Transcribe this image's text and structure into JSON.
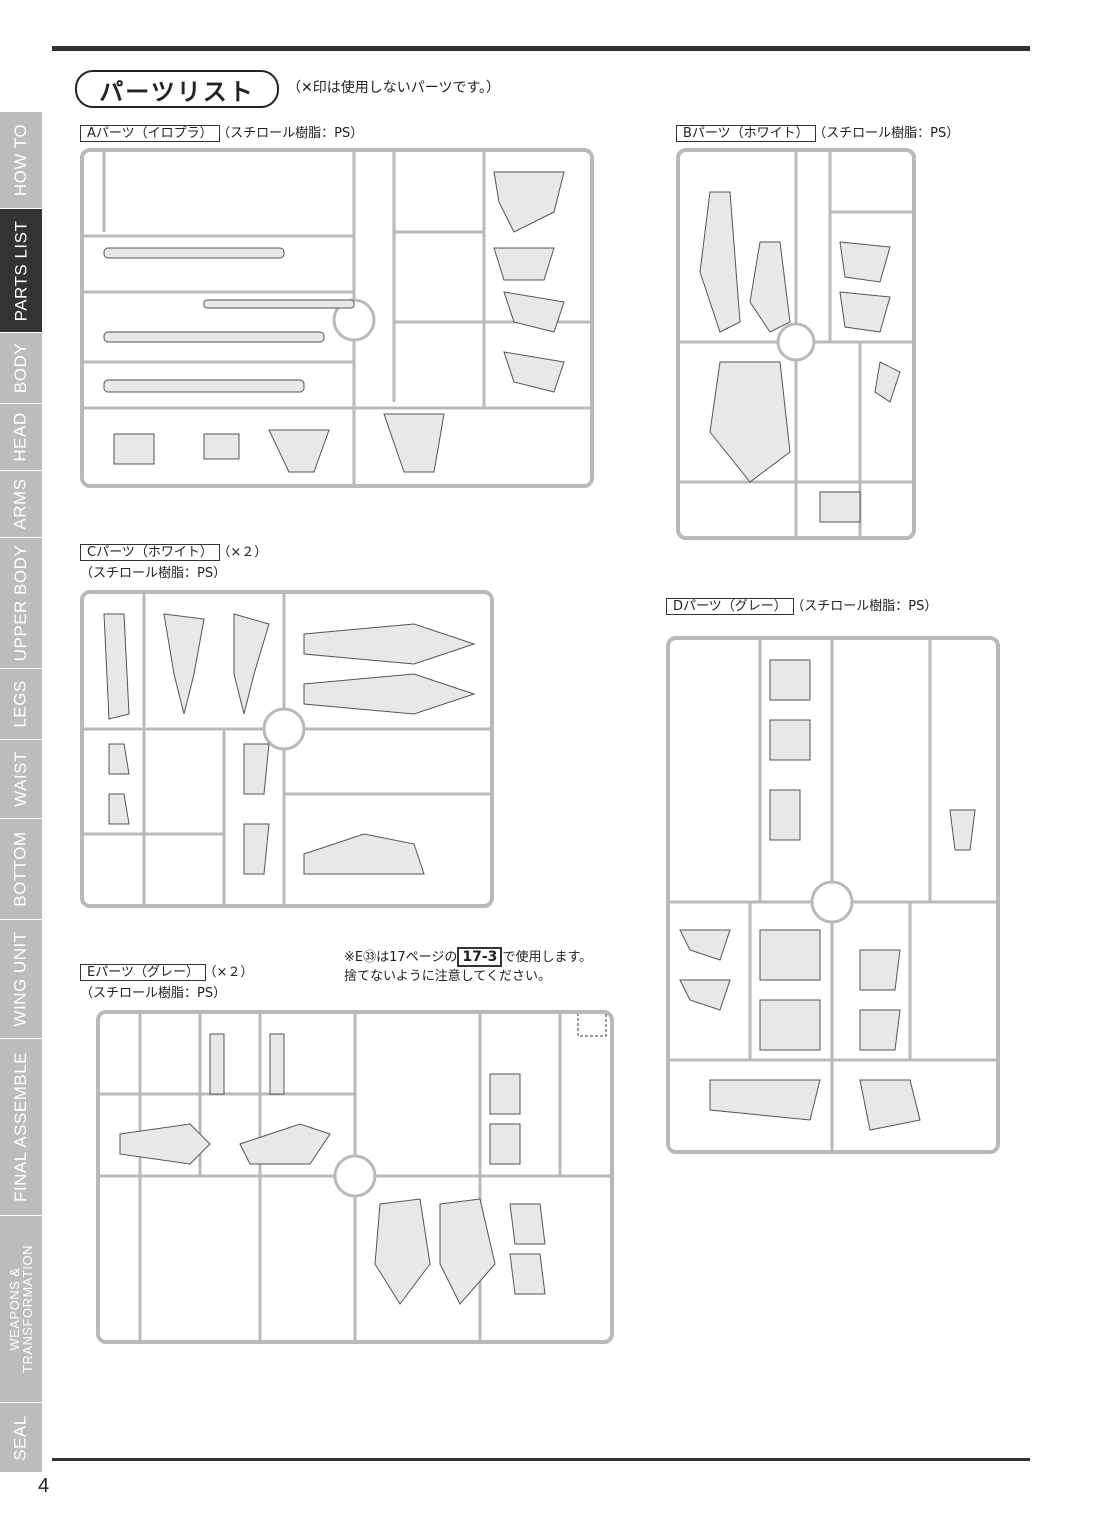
{
  "header": {
    "title": "パーツリスト",
    "note": "（✕印は使用しないパーツです。）"
  },
  "sidebar": {
    "tabs": [
      {
        "label": "HOW TO",
        "active": false
      },
      {
        "label": "PARTS LIST",
        "active": true
      },
      {
        "label": "BODY",
        "active": false
      },
      {
        "label": "HEAD",
        "active": false
      },
      {
        "label": "ARMS",
        "active": false
      },
      {
        "label": "UPPER BODY",
        "active": false
      },
      {
        "label": "LEGS",
        "active": false
      },
      {
        "label": "WAIST",
        "active": false
      },
      {
        "label": "BOTTOM",
        "active": false
      },
      {
        "label": "WING UNIT",
        "active": false
      },
      {
        "label": "FINAL ASSEMBLE",
        "active": false
      },
      {
        "label": "WEAPONS & TRANSFORMATION",
        "active": false
      },
      {
        "label": "SEAL",
        "active": false
      }
    ]
  },
  "sprues": {
    "a": {
      "name": "Aパーツ（イロプラ）",
      "material": "（スチロール樹脂：PS）",
      "count": ""
    },
    "b": {
      "name": "Bパーツ（ホワイト）",
      "material": "（スチロール樹脂：PS）",
      "count": ""
    },
    "c": {
      "name": "Cパーツ（ホワイト）",
      "material": "（スチロール樹脂：PS）",
      "count": "（×２）"
    },
    "d": {
      "name": "Dパーツ（グレー）",
      "material": "（スチロール樹脂：PS）",
      "count": ""
    },
    "e": {
      "name": "Eパーツ（グレー）",
      "material": "（スチロール樹脂：PS）",
      "count": "（×２）"
    }
  },
  "e_note": {
    "prefix": "※E㉝は17ページの",
    "ref": "17-3",
    "suffix": "で使用します。",
    "line2": "捨てないように注意してください。"
  },
  "page_number": "4",
  "colors": {
    "rule": "#333333",
    "tab": "#bcbcbc",
    "tab_active": "#333333",
    "sprue": "#b9b9b9"
  }
}
